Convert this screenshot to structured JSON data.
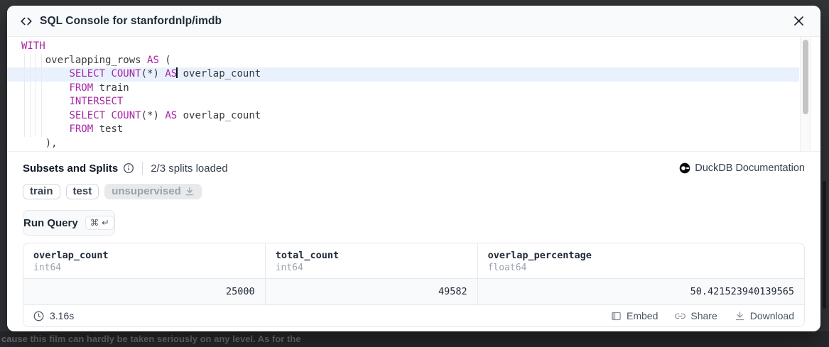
{
  "backdrop": {
    "dimmed_text": "cause this film can hardly be taken seriously on any level. As for the"
  },
  "modal": {
    "title": "SQL Console for stanfordnlp/imdb"
  },
  "editor": {
    "lines": [
      {
        "active": false,
        "segments": [
          {
            "t": "kw",
            "s": "WITH"
          }
        ]
      },
      {
        "active": false,
        "segments": [
          {
            "t": "pl",
            "s": "    overlapping_rows "
          },
          {
            "t": "kw",
            "s": "AS"
          },
          {
            "t": "pl",
            "s": " ("
          }
        ]
      },
      {
        "active": true,
        "segments": [
          {
            "t": "pl",
            "s": "        "
          },
          {
            "t": "kw",
            "s": "SELECT"
          },
          {
            "t": "pl",
            "s": " "
          },
          {
            "t": "kw",
            "s": "COUNT"
          },
          {
            "t": "pl",
            "s": "(*) "
          },
          {
            "t": "kw",
            "s": "AS",
            "cursor": true
          },
          {
            "t": "pl",
            "s": " overlap_count"
          }
        ]
      },
      {
        "active": false,
        "segments": [
          {
            "t": "pl",
            "s": "        "
          },
          {
            "t": "kw",
            "s": "FROM"
          },
          {
            "t": "pl",
            "s": " train"
          }
        ]
      },
      {
        "active": false,
        "segments": [
          {
            "t": "pl",
            "s": "        "
          },
          {
            "t": "kw",
            "s": "INTERSECT"
          }
        ]
      },
      {
        "active": false,
        "segments": [
          {
            "t": "pl",
            "s": "        "
          },
          {
            "t": "kw",
            "s": "SELECT"
          },
          {
            "t": "pl",
            "s": " "
          },
          {
            "t": "kw",
            "s": "COUNT"
          },
          {
            "t": "pl",
            "s": "(*) "
          },
          {
            "t": "kw",
            "s": "AS"
          },
          {
            "t": "pl",
            "s": " overlap_count"
          }
        ]
      },
      {
        "active": false,
        "segments": [
          {
            "t": "pl",
            "s": "        "
          },
          {
            "t": "kw",
            "s": "FROM"
          },
          {
            "t": "pl",
            "s": " test"
          }
        ]
      },
      {
        "active": false,
        "segments": [
          {
            "t": "pl",
            "s": "    ),"
          }
        ]
      }
    ]
  },
  "subsets": {
    "heading": "Subsets and Splits",
    "status": "2/3 splits loaded",
    "docs_link": "DuckDB Documentation",
    "splits": [
      {
        "label": "train",
        "state": "loaded"
      },
      {
        "label": "test",
        "state": "loaded"
      },
      {
        "label": "unsupervised",
        "state": "not_loaded"
      }
    ]
  },
  "run": {
    "label": "Run Query",
    "shortcut_cmd": "⌘",
    "shortcut_enter": "↵"
  },
  "results": {
    "columns": [
      {
        "name": "overlap_count",
        "type": "int64"
      },
      {
        "name": "total_count",
        "type": "int64"
      },
      {
        "name": "overlap_percentage",
        "type": "float64"
      }
    ],
    "rows": [
      [
        "25000",
        "49582",
        "50.421523940139565"
      ]
    ],
    "duration": "3.16s",
    "actions": [
      "Embed",
      "Share",
      "Download"
    ]
  },
  "colors": {
    "keyword": "#a626a4",
    "active_line_bg": "#e9f2fc",
    "modal_bg": "#ffffff",
    "backdrop": "#323438",
    "muted_text": "#9ca3af",
    "dark_text": "#1f2937"
  }
}
